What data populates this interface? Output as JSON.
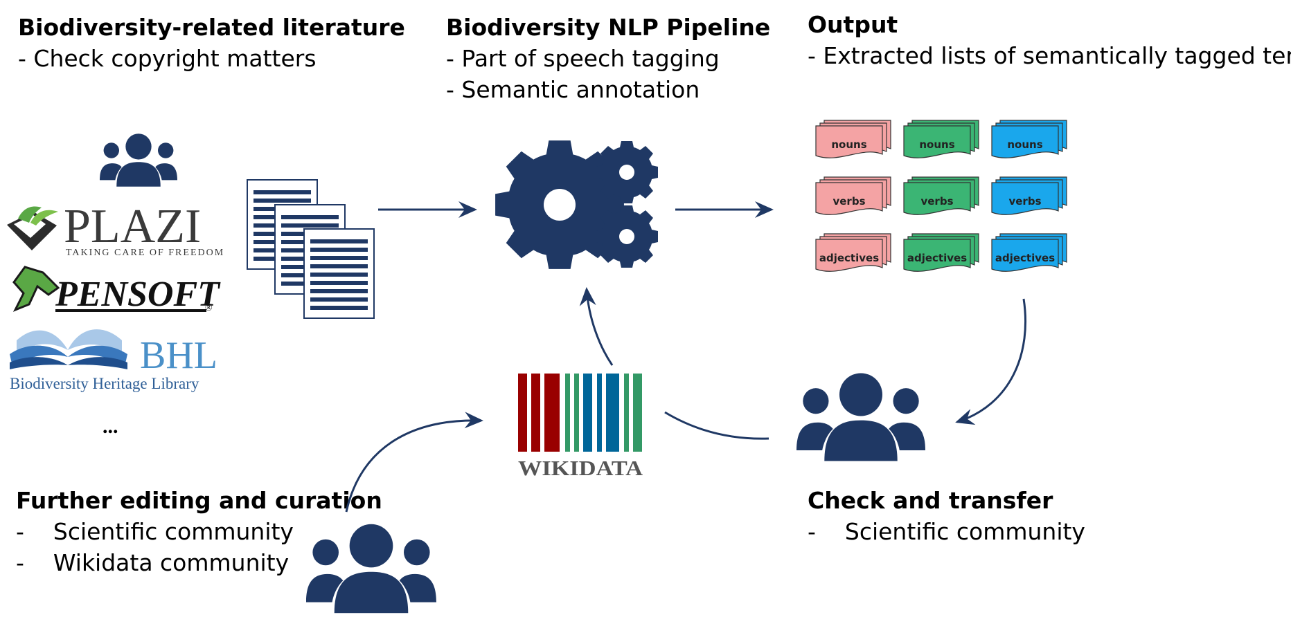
{
  "colors": {
    "navy": "#1f3864",
    "pink": "#f4a3a4",
    "green": "#3bb574",
    "blue": "#1aa7ec",
    "wikidata_red": "#990000",
    "wikidata_green": "#339966",
    "wikidata_blue": "#006699"
  },
  "literature": {
    "heading": "Biodiversity-related literature",
    "items": [
      "- Check copyright matters"
    ],
    "sources": {
      "plazi_name": "PLAZI",
      "plazi_tagline": "TAKING CARE OF FREEDOM",
      "pensoft_name": "PENSOFT",
      "pensoft_mark": "®",
      "bhl_name": "BHL",
      "bhl_full": "Biodiversity Heritage Library",
      "more": "..."
    }
  },
  "pipeline": {
    "heading": "Biodiversity NLP Pipeline",
    "items": [
      "- Part of speech tagging",
      "- Semantic annotation"
    ]
  },
  "output": {
    "heading": "Output",
    "items": [
      "- Extracted lists of semantically tagged terms"
    ],
    "grid_rows": [
      "nouns",
      "verbs",
      "adjectives"
    ],
    "grid_colors": [
      "pink",
      "green",
      "blue"
    ]
  },
  "wikidata": {
    "logo_text": "WIKIDATA"
  },
  "check": {
    "heading": "Check and transfer",
    "items": [
      "-    Scientific community"
    ]
  },
  "editing": {
    "heading": "Further editing and curation",
    "items": [
      "-    Scientific community",
      "-    Wikidata community"
    ]
  }
}
